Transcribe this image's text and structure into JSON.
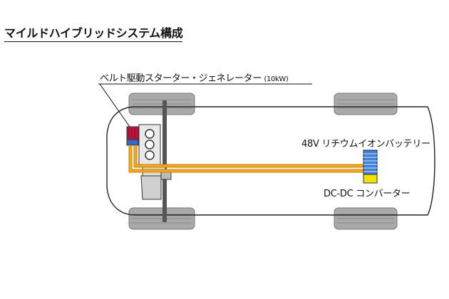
{
  "title": "マイルドハイブリッドシステム構成",
  "labels": {
    "generator": "ベルト駆動スターター・ジェネレーター",
    "generator_power": "(10kW)",
    "battery": "48V リチウムイオンバッテリー",
    "dcdc": "DC-DC コンバーター"
  },
  "colors": {
    "wiring": "#f5a623",
    "wiring_outline": "#c98300",
    "generator": "#c0143c",
    "generator_bottom": "#3a66c7",
    "battery": "#3f7fd4",
    "converter": "#f2e200",
    "tire": "#a9a9a9",
    "axle": "#555555",
    "body_outline": "#222222"
  }
}
